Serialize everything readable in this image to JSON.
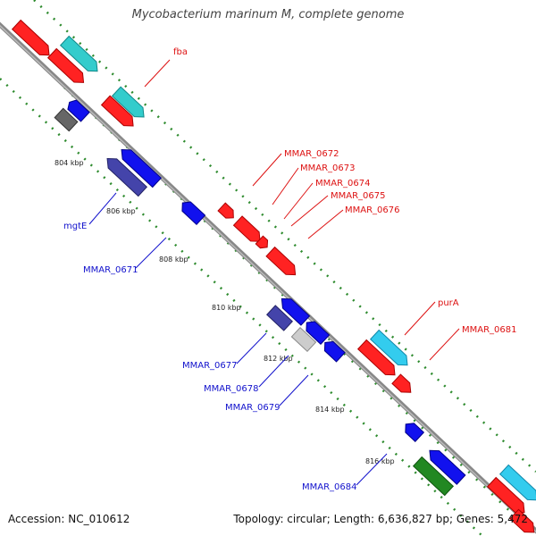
{
  "title": "Mycobacterium marinum M, complete genome",
  "footer": {
    "accession": "Accession: NC_010612",
    "topology": "Topology: circular;",
    "length": "Length: 6,636,827 bp;",
    "genes": "Genes: 5,472"
  },
  "colors": {
    "backbone": "#888888",
    "ruler": "#2e8b2e",
    "forward_label": "#dd1111",
    "reverse_label": "#1111cc"
  },
  "scale_ticks": [
    {
      "label": "804 kbp"
    },
    {
      "label": "806 kbp"
    },
    {
      "label": "808 kbp"
    },
    {
      "label": "810 kbp"
    },
    {
      "label": "812 kbp"
    },
    {
      "label": "814 kbp"
    },
    {
      "label": "816 kbp"
    }
  ],
  "gene_labels": [
    {
      "text": "fba",
      "strand": "forward"
    },
    {
      "text": "MMAR_0672",
      "strand": "forward"
    },
    {
      "text": "MMAR_0673",
      "strand": "forward"
    },
    {
      "text": "MMAR_0674",
      "strand": "forward"
    },
    {
      "text": "MMAR_0675",
      "strand": "forward"
    },
    {
      "text": "MMAR_0676",
      "strand": "forward"
    },
    {
      "text": "purA",
      "strand": "forward"
    },
    {
      "text": "MMAR_0681",
      "strand": "forward"
    },
    {
      "text": "mgtE",
      "strand": "reverse"
    },
    {
      "text": "MMAR_0671",
      "strand": "reverse"
    },
    {
      "text": "MMAR_0677",
      "strand": "reverse"
    },
    {
      "text": "MMAR_0678",
      "strand": "reverse"
    },
    {
      "text": "MMAR_0679",
      "strand": "reverse"
    },
    {
      "text": "MMAR_0684",
      "strand": "reverse"
    }
  ]
}
